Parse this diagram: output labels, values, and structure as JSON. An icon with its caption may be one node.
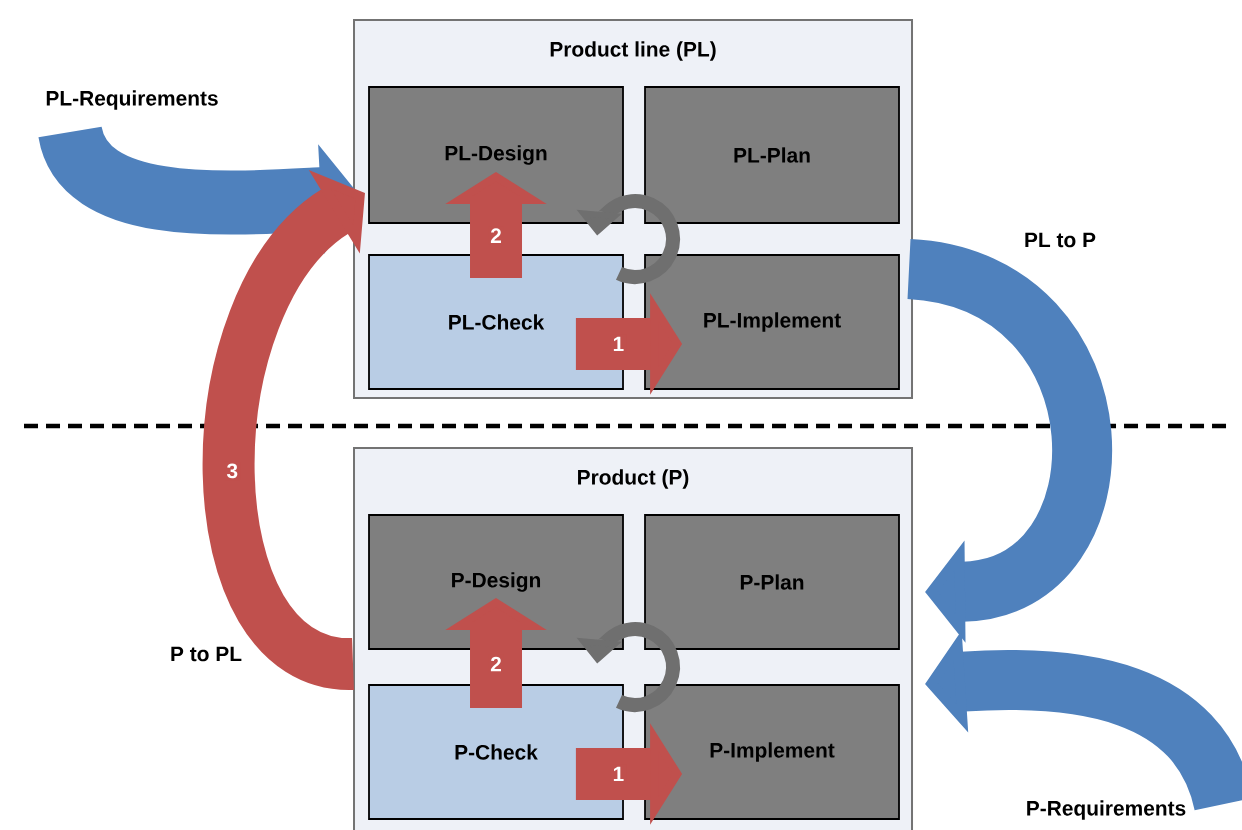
{
  "diagram": {
    "nodes": [
      {
        "text": [
          "Product line (PL)"
        ]
      },
      {
        "text": [
          "PL-Design"
        ],
        "in": 0
      },
      {
        "text": [
          "PL-Plan"
        ],
        "in": 0
      },
      {
        "text": [
          "PL-Check"
        ],
        "in": 0
      },
      {
        "text": [
          "PL-Implement"
        ],
        "in": 0
      },
      {
        "text": [
          "Product (P)"
        ]
      },
      {
        "text": [
          "P-Design"
        ],
        "in": 5
      },
      {
        "text": [
          "P-Plan"
        ],
        "in": 5
      },
      {
        "text": [
          "P-Check"
        ],
        "in": 5
      },
      {
        "text": [
          "P-Implement"
        ],
        "in": 5
      },
      {
        "text": [],
        "shape": "circle",
        "in": 0
      },
      {
        "text": [],
        "shape": "circle",
        "in": 5
      }
    ],
    "edges": [
      {
        "from": null,
        "to": 0,
        "arrow": "to",
        "label": "PL-Requirements",
        "color": "#4f81bd"
      },
      {
        "from": 0,
        "to": 5,
        "arrow": "to",
        "label": "PL to P",
        "color": "#4f81bd"
      },
      {
        "from": null,
        "to": 5,
        "arrow": "to",
        "label": "P-Requirements",
        "color": "#4f81bd"
      },
      {
        "from": 5,
        "to": 0,
        "arrow": "to",
        "label": "3"
      },
      {
        "from": 3,
        "to": 4,
        "arrow": "to",
        "label": "1"
      },
      {
        "from": 3,
        "to": 1,
        "arrow": "to",
        "label": "2"
      },
      {
        "from": 8,
        "to": 9,
        "arrow": "to",
        "label": "1"
      },
      {
        "from": 8,
        "to": 6,
        "arrow": "to",
        "label": "2"
      }
    ],
    "labels": [
      "P to PL"
    ]
  }
}
